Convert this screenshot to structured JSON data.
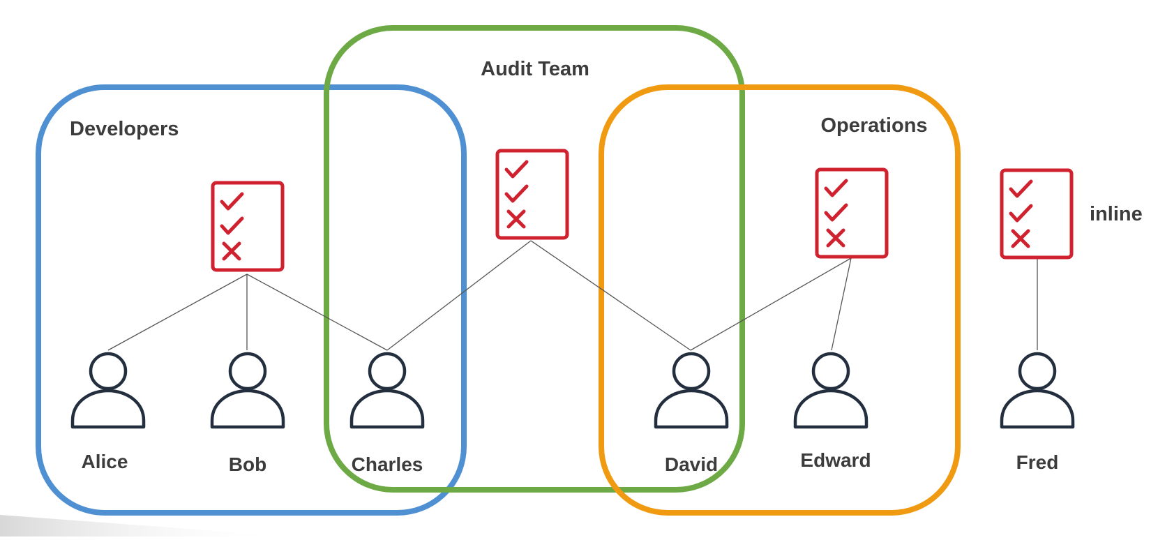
{
  "groups": {
    "developers": {
      "label": "Developers",
      "color": "#4f90d2"
    },
    "audit": {
      "label": "Audit Team",
      "color": "#6daa45"
    },
    "operations": {
      "label": "Operations",
      "color": "#f09a12"
    }
  },
  "users": {
    "alice": "Alice",
    "bob": "Bob",
    "charles": "Charles",
    "david": "David",
    "edward": "Edward",
    "fred": "Fred"
  },
  "inline_label": "inline",
  "colors": {
    "policy": "#d0212f",
    "user_icon": "#232f3e",
    "text": "#3c3c3c",
    "connector": "#555555"
  },
  "icons": {
    "policy": "policy-document-icon",
    "user": "user-icon"
  }
}
